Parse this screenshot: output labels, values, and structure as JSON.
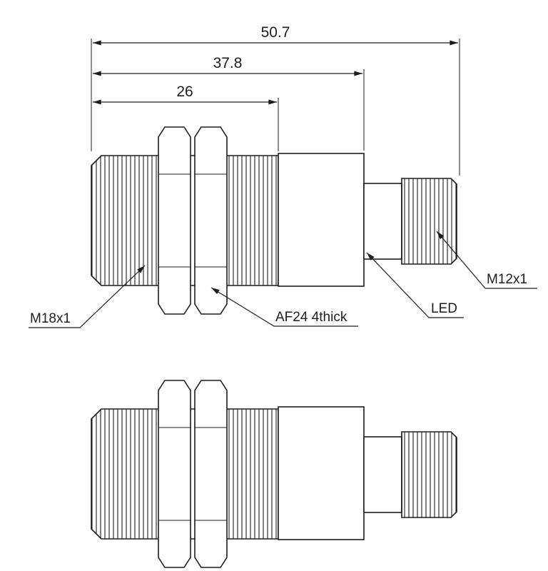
{
  "drawing": {
    "dimensions": {
      "overall_length": "50.7",
      "to_body_end": "37.8",
      "thread_length": "26"
    },
    "labels": {
      "main_thread": "M18x1",
      "nut": "AF24 4thick",
      "led": "LED",
      "connector_thread": "M12x1"
    },
    "colors": {
      "line": "#1d1d1d",
      "background": "#ffffff"
    }
  }
}
